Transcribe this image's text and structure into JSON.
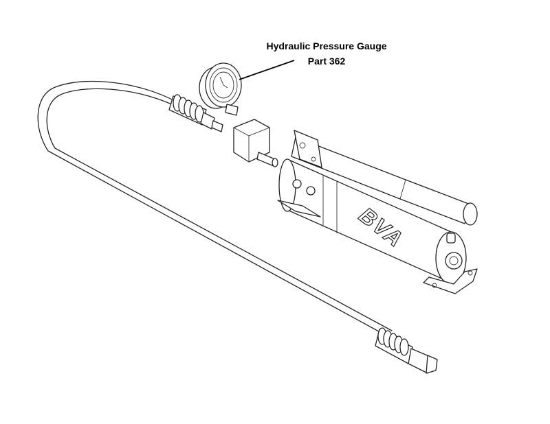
{
  "callout": {
    "title": "Hydraulic Pressure Gauge",
    "part": "Part 362"
  },
  "logo_text": "BVA",
  "colors": {
    "ink": "#222222",
    "background": "#ffffff"
  }
}
